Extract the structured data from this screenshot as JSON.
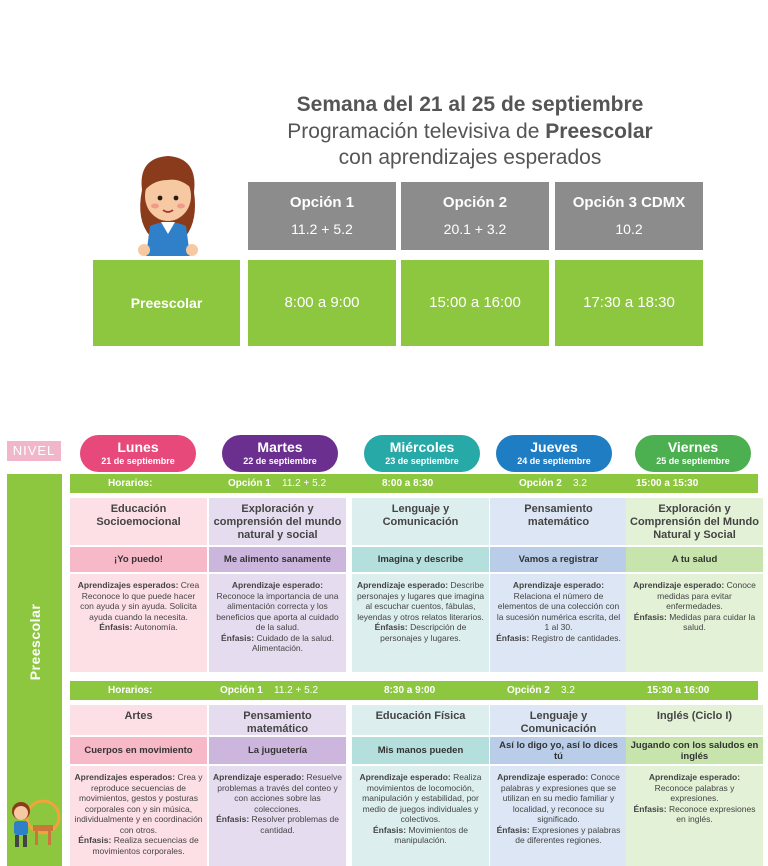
{
  "header": {
    "title": "Semana del 21 al 25 de septiembre",
    "subtitle_pre": "Programación televisiva de ",
    "subtitle_bold": "Preescolar",
    "subtitle_line2": "con aprendizajes esperados"
  },
  "options": [
    {
      "label": "Opción 1",
      "channels": "11.2  +  5.2",
      "time": "8:00 a 9:00"
    },
    {
      "label": "Opción 2",
      "channels": "20.1  +  3.2",
      "time": "15:00 a 16:00"
    },
    {
      "label": "Opción 3 CDMX",
      "channels": "10.2",
      "time": "17:30 a 18:30"
    }
  ],
  "level_label": "Preescolar",
  "nivel": "NIVEL",
  "sidebar_label": "Preescolar",
  "colors": {
    "green": "#8dc63f",
    "lunes": "#e6497a",
    "martes": "#6b2f8f",
    "miercoles": "#27a9a7",
    "jueves": "#1f7dc4",
    "viernes": "#4caf50"
  },
  "days": [
    {
      "name": "Lunes",
      "date": "21 de septiembre"
    },
    {
      "name": "Martes",
      "date": "22 de septiembre"
    },
    {
      "name": "Miércoles",
      "date": "23 de septiembre"
    },
    {
      "name": "Jueves",
      "date": "24 de septiembre"
    },
    {
      "name": "Viernes",
      "date": "25 de septiembre"
    }
  ],
  "bar1": {
    "horarios": "Horarios:",
    "opt1": "Opción 1",
    "ch1": "11.2  +   5.2",
    "time1": "8:00 a 8:30",
    "opt2": "Opción 2",
    "ch2": "3.2",
    "time2": "15:00  a 15:30"
  },
  "bar2": {
    "horarios": "Horarios:",
    "opt1": "Opción 1",
    "ch1": "11.2  +   5.2",
    "time1": "8:30 a 9:00",
    "opt2": "Opción 2",
    "ch2": "3.2",
    "time2": "15:30 a 16:00"
  },
  "block1": [
    {
      "subject": "Educación Socioemocional",
      "topic": "¡Yo puedo!",
      "label": "Aprendizajes esperados:",
      "text": " Crea Reconoce lo que puede hacer con ayuda y sin ayuda. Solicita ayuda cuando la necesita.",
      "enf_label": "Énfasis:",
      "enf": " Autonomía."
    },
    {
      "subject": "Exploración y comprensión del mundo natural y social",
      "topic": "Me alimento sanamente",
      "label": "Aprendizaje esperado:",
      "text": " Reconoce la importancia de una alimentación correcta y los beneficios que aporta al cuidado de la salud.",
      "enf_label": "Énfasis:",
      "enf": " Cuidado de la salud. Alimentación."
    },
    {
      "subject": "Lenguaje y Comunicación",
      "topic": "Imagina y describe",
      "label": "Aprendizaje esperado:",
      "text": " Describe personajes y lugares que imagina al escuchar cuentos, fábulas, leyendas y otros relatos literarios.",
      "enf_label": "Énfasis:",
      "enf": " Descripción de personajes y lugares."
    },
    {
      "subject": "Pensamiento matemático",
      "topic": "Vamos a registrar",
      "label": "Aprendizaje esperado:",
      "text": " Relaciona el número de elementos de una colección con la sucesión numérica escrita, del 1 al 30.",
      "enf_label": "Énfasis:",
      "enf": " Registro de cantidades."
    },
    {
      "subject": "Exploración y Comprensión del Mundo Natural y Social",
      "topic": "A tu salud",
      "label": "Aprendizaje esperado:",
      "text": " Conoce medidas para evitar enfermedades.",
      "enf_label": "Énfasis:",
      "enf": " Medidas para cuidar la salud."
    }
  ],
  "block2": [
    {
      "subject": "Artes",
      "topic": "Cuerpos en movimiento",
      "label": "Aprendizajes esperados:",
      "text": " Crea y reproduce secuencias de movimientos, gestos y posturas corporales con y sin música, individualmente y en coordinación con otros.",
      "enf_label": "Énfasis:",
      "enf": " Realiza secuencias de movimientos corporales."
    },
    {
      "subject": "Pensamiento matemático",
      "topic": "La juguetería",
      "label": "Aprendizaje esperado:",
      "text": " Resuelve problemas a través del conteo y con acciones sobre las colecciones.",
      "enf_label": "Énfasis:",
      "enf": " Resolver problemas de cantidad."
    },
    {
      "subject": "Educación Física",
      "topic": "Mis manos pueden",
      "label": "Aprendizaje esperado:",
      "text": " Realiza movimientos de locomoción, manipulación y estabilidad, por medio de juegos individuales y colectivos.",
      "enf_label": "Énfasis:",
      "enf": " Movimientos de manipulación."
    },
    {
      "subject": "Lenguaje y Comunicación",
      "topic": "Así lo digo yo, así lo dices tú",
      "label": "Aprendizaje esperado:",
      "text": " Conoce palabras y expresiones que se utilizan en su medio familiar y localidad, y reconoce su significado.",
      "enf_label": "Énfasis:",
      "enf": " Expresiones y palabras de diferentes regiones."
    },
    {
      "subject": "Inglés (Ciclo I)",
      "topic": "Jugando con los saludos en inglés",
      "label": "Aprendizaje esperado:",
      "text": " Reconoce palabras y expresiones.",
      "enf_label": "Énfasis:",
      "enf": " Reconoce expresiones en inglés."
    }
  ]
}
